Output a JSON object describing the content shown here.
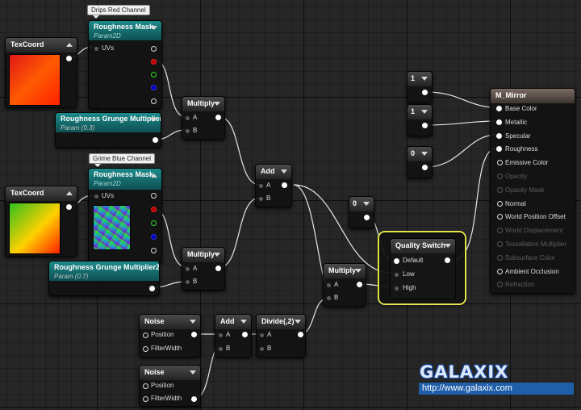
{
  "comments": {
    "drips": "Drips Red Channel",
    "grime": "Grime Blue Channel"
  },
  "texcoord1": {
    "title": "TexCoord"
  },
  "texcoord2": {
    "title": "TexCoord"
  },
  "rough_mask1": {
    "title": "Roughness Mask",
    "subtitle": "Param2D",
    "uvs": "UVs"
  },
  "rough_mask2": {
    "title": "Roughness Mask",
    "subtitle": "Param2D",
    "uvs": "UVs"
  },
  "grunge1": {
    "title": "Roughness Grunge Multiplier",
    "subtitle": "Param (0.3)"
  },
  "grunge2": {
    "title": "Roughness Grunge Multiplier2",
    "subtitle": "Param (0.7)"
  },
  "multiply1": {
    "title": "Multiply",
    "a": "A",
    "b": "B"
  },
  "multiply2": {
    "title": "Multiply",
    "a": "A",
    "b": "B"
  },
  "multiply3": {
    "title": "Multiply",
    "a": "A",
    "b": "B"
  },
  "add1": {
    "title": "Add",
    "a": "A",
    "b": "B"
  },
  "add2": {
    "title": "Add",
    "a": "A",
    "b": "B"
  },
  "divide": {
    "title": "Divide(,2)",
    "a": "A",
    "b": "B"
  },
  "noise1": {
    "title": "Noise",
    "position": "Position",
    "filter": "FilterWidth"
  },
  "noise2": {
    "title": "Noise",
    "position": "Position",
    "filter": "FilterWidth"
  },
  "const1": {
    "value": "1"
  },
  "const2": {
    "value": "1"
  },
  "const3": {
    "value": "0"
  },
  "const4": {
    "value": "0"
  },
  "quality_switch": {
    "title": "Quality Switch",
    "default": "Default",
    "low": "Low",
    "high": "High"
  },
  "material": {
    "title": "M_Mirror",
    "pins": [
      "Base Color",
      "Metallic",
      "Specular",
      "Roughness",
      "Emissive Color",
      "Opacity",
      "Opacity Mask",
      "Normal",
      "World Position Offset",
      "World Displacement",
      "Tessellation Multiplier",
      "Subsurface Color",
      "Ambient Occlusion",
      "Refraction"
    ]
  },
  "watermark": {
    "logo": "GALAXIX",
    "url": "http://www.galaxix.com"
  },
  "colors": {
    "wire": "#e6e6e6",
    "selection": "#e6e64a",
    "param_header": "#1d8a8a",
    "url_bar": "#1f5ea8"
  }
}
